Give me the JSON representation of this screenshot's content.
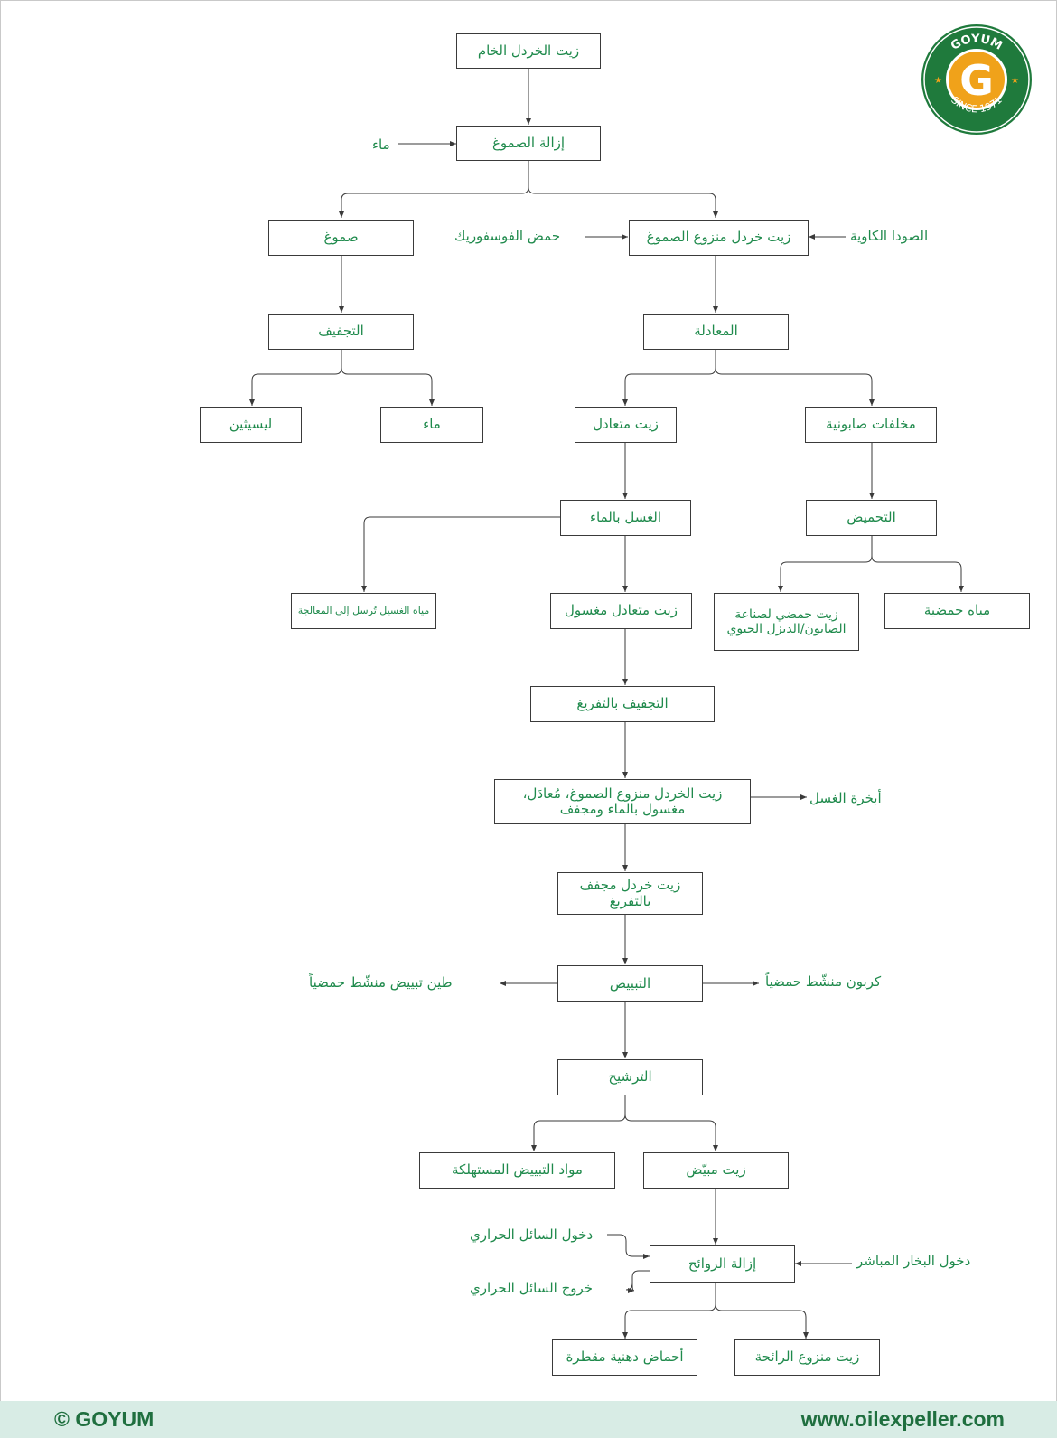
{
  "logo": {
    "brand": "GOYUM",
    "letter": "G",
    "since": "SINCE 1971",
    "ring_color": "#1f7a3c",
    "accent": "#f0a21a"
  },
  "nodes": {
    "crude": "زيت الخردل الخام",
    "degumming": "إزالة الصموغ",
    "gums": "صموغ",
    "degummed_oil": "زيت خردل منزوع الصموغ",
    "drying": "التجفيف",
    "neutralization": "المعادلة",
    "lecithin": "ليسيثين",
    "water_out": "ماء",
    "neutral_oil": "زيت متعادل",
    "soapstock": "مخلفات صابونية",
    "water_wash": "الغسل بالماء",
    "acidulation": "التحميض",
    "wash_water": "مياه الغسيل تُرسل إلى المعالجة",
    "washed_oil": "زيت متعادل مغسول",
    "acid_oil": "زيت حمضي لصناعة الصابون/الديزل الحيوي",
    "acid_water": "مياه حمضية",
    "vacuum_drying": "التجفيف بالتفريغ",
    "dnwd_oil": "زيت الخردل منزوع الصموغ، مُعادَل، مغسول بالماء ومجفف",
    "vacuum_dried_oil": "زيت خردل مجفف بالتفريغ",
    "bleaching": "التبييض",
    "filtration": "الترشيح",
    "spent_earth": "مواد التبييض المستهلكة",
    "bleached_oil": "زيت مبيّض",
    "deodorization": "إزالة الروائح",
    "fatty_acids": "أحماض دهنية مقطرة",
    "deodorized_oil": "زيت منزوع الرائحة"
  },
  "inputs": {
    "water_in": "ماء",
    "phosphoric_acid": "حمض الفوسفوريك",
    "caustic_soda": "الصودا الكاوية",
    "wash_vapours": "أبخرة الغسل",
    "bleaching_clay": "طين تبييض منشّط حمضياً",
    "activated_carbon": "كربون منشّط حمضياً",
    "thermal_in": "دخول السائل الحراري",
    "thermal_out": "خروج السائل الحراري",
    "steam_in": "دخول البخار المباشر"
  },
  "footer": {
    "copyright": "© GOYUM",
    "website": "www.oilexpeller.com"
  }
}
